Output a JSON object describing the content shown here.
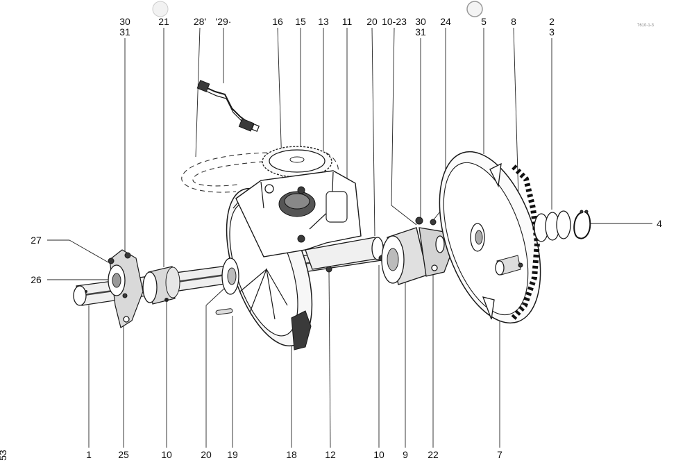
{
  "page_number": "53",
  "corner_code": "7610-1-3",
  "top_callouts": [
    {
      "id": "t-30-31a",
      "lines": [
        "30",
        "31"
      ]
    },
    {
      "id": "t-21",
      "lines": [
        "21"
      ]
    },
    {
      "id": "t-28",
      "lines": [
        "28'"
      ]
    },
    {
      "id": "t-29",
      "lines": [
        "'29·"
      ]
    },
    {
      "id": "t-16",
      "lines": [
        "16"
      ]
    },
    {
      "id": "t-15",
      "lines": [
        "15"
      ]
    },
    {
      "id": "t-13",
      "lines": [
        "13"
      ]
    },
    {
      "id": "t-11",
      "lines": [
        "11"
      ]
    },
    {
      "id": "t-20",
      "lines": [
        "20"
      ]
    },
    {
      "id": "t-10-23",
      "lines": [
        "10-23"
      ]
    },
    {
      "id": "t-30-31b",
      "lines": [
        "30",
        "31"
      ]
    },
    {
      "id": "t-24",
      "lines": [
        "24"
      ]
    },
    {
      "id": "t-5",
      "lines": [
        "5"
      ]
    },
    {
      "id": "t-8",
      "lines": [
        "8"
      ]
    },
    {
      "id": "t-2-3",
      "lines": [
        "2",
        "3"
      ]
    }
  ],
  "side_callouts": [
    {
      "id": "s-27",
      "text": "27"
    },
    {
      "id": "s-26",
      "text": "26"
    },
    {
      "id": "s-4",
      "text": "4"
    }
  ],
  "bottom_callouts": [
    {
      "id": "b-1",
      "text": "1"
    },
    {
      "id": "b-25",
      "text": "25"
    },
    {
      "id": "b-10a",
      "text": "10"
    },
    {
      "id": "b-20",
      "text": "20"
    },
    {
      "id": "b-19",
      "text": "19"
    },
    {
      "id": "b-18",
      "text": "18"
    },
    {
      "id": "b-12",
      "text": "12"
    },
    {
      "id": "b-10b",
      "text": "10"
    },
    {
      "id": "b-9",
      "text": "9"
    },
    {
      "id": "b-22",
      "text": "22"
    },
    {
      "id": "b-7",
      "text": "7"
    }
  ]
}
